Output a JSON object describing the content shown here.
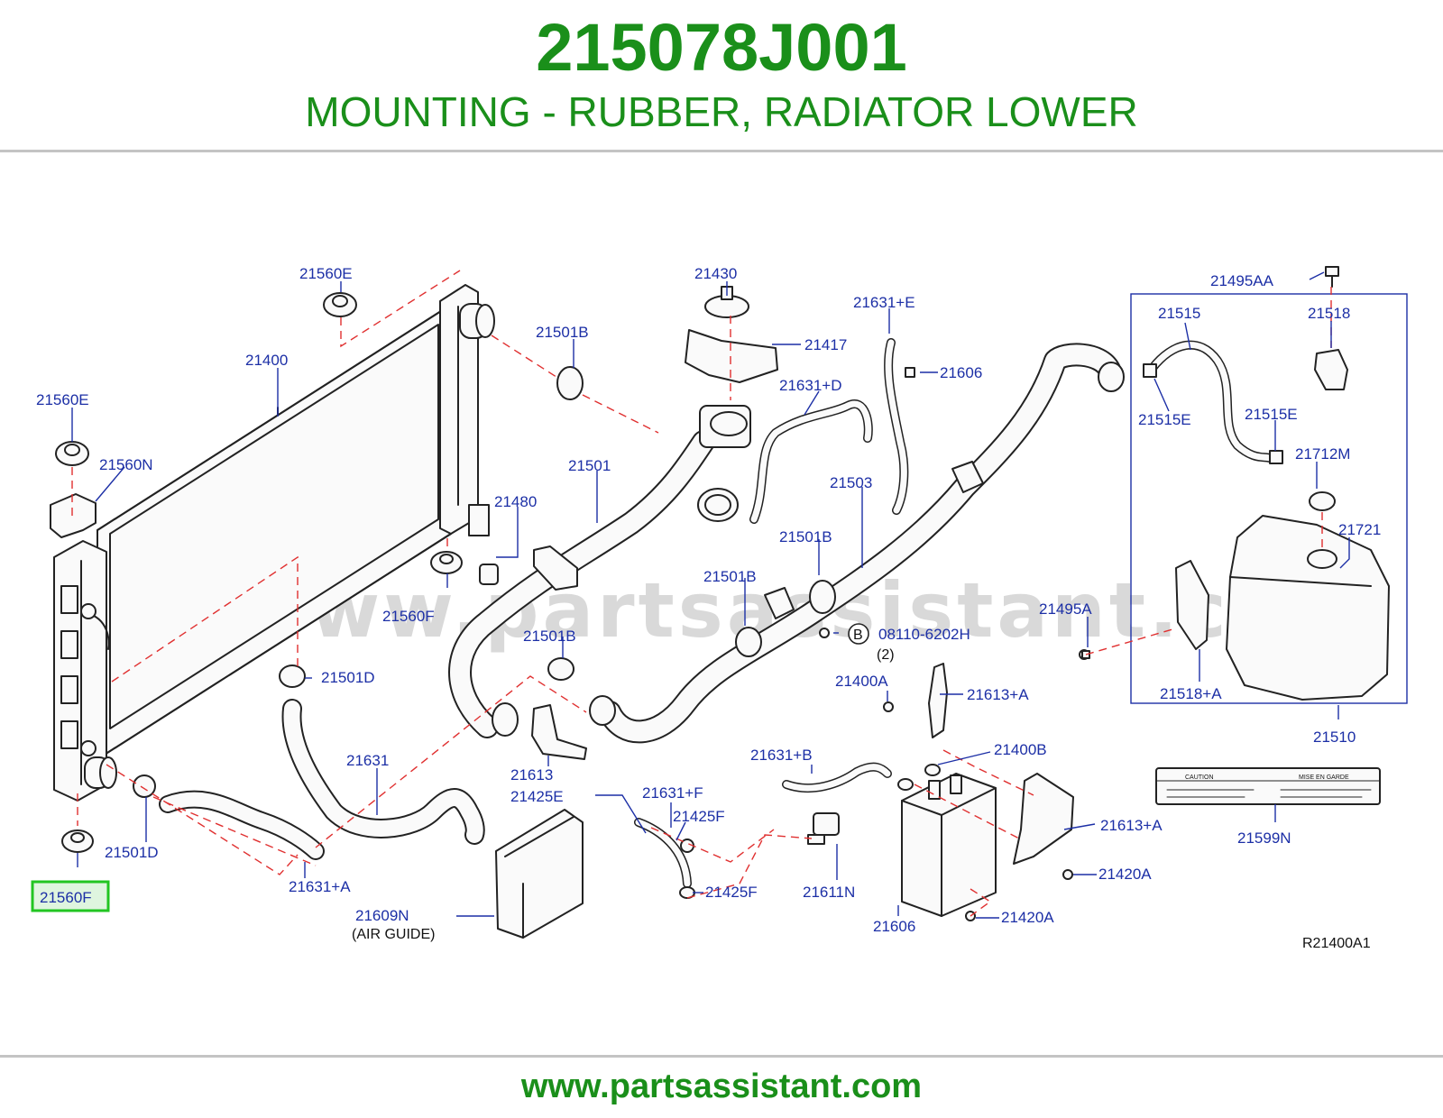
{
  "header": {
    "part_number": "215078J001",
    "description": "MOUNTING - RUBBER, RADIATOR LOWER"
  },
  "footer": {
    "url": "www.partsassistant.com"
  },
  "diagram": {
    "watermark": "www.partsassistant.com",
    "code": "R21400A1",
    "highlighted_part": "21560F",
    "labels": {
      "p21560E_top": "21560E",
      "p21400": "21400",
      "p21560E_left": "21560E",
      "p21560N": "21560N",
      "p21430": "21430",
      "p21417": "21417",
      "p21501B_a": "21501B",
      "p21480": "21480",
      "p21501": "21501",
      "p21560F_mid": "21560F",
      "p21631E": "21631+E",
      "p21606_top": "21606",
      "p21631D": "21631+D",
      "p21503": "21503",
      "p21501B_b": "21501B",
      "p21501B_c": "21501B",
      "p21501B_d": "21501B",
      "p21501D_a": "21501D",
      "p21501D_b": "21501D",
      "p21631": "21631",
      "p21631A": "21631+A",
      "p21560F_low": "21560F",
      "p21613": "21613",
      "p21425E": "21425E",
      "p21609N": "21609N",
      "air_guide": "(AIR   GUIDE)",
      "p21631F": "21631+F",
      "p21425F_a": "21425F",
      "p21425F_b": "21425F",
      "p21631B": "21631+B",
      "p21611N": "21611N",
      "bolt_ref": "08110-6202H",
      "bolt_qty": "(2)",
      "bolt_mark": "B",
      "p21400A": "21400A",
      "p21613A_a": "21613+A",
      "p21400B": "21400B",
      "p21613A_b": "21613+A",
      "p21420A_a": "21420A",
      "p21420A_b": "21420A",
      "p21606_low": "21606",
      "p21495AA": "21495AA",
      "p21515": "21515",
      "p21518": "21518",
      "p21515E_a": "21515E",
      "p21515E_b": "21515E",
      "p21712M": "21712M",
      "p21721": "21721",
      "p21495A": "21495A",
      "p21518A": "21518+A",
      "p21510": "21510",
      "p21599N": "21599N",
      "caution": "CAUTION",
      "mise_en_garde": "MISE   EN   GARDE"
    }
  }
}
